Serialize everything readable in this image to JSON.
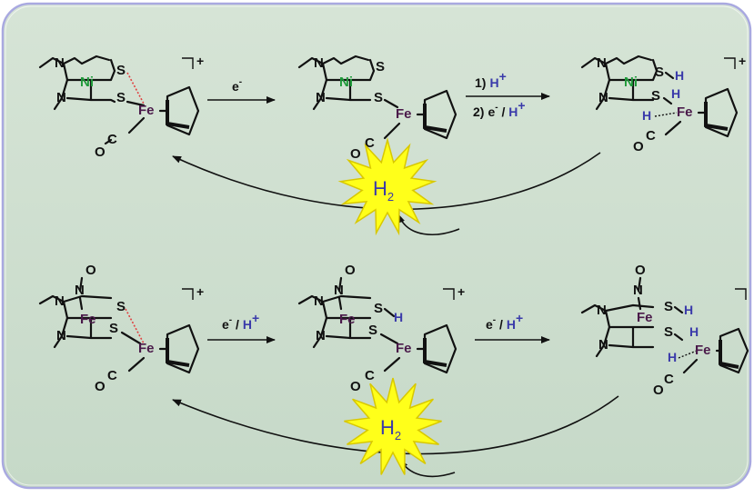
{
  "atoms": {
    "N": "N",
    "S": "S",
    "Ni": "Ni",
    "Fe": "Fe",
    "H": "H",
    "O": "O",
    "C": "C"
  },
  "charge": "+",
  "arrows": {
    "top_1": "e",
    "top_1_sup": "-",
    "top_2_step1_num": "1)",
    "top_2_step1_h": "H",
    "top_2_step1_sup": "+",
    "top_2_step2_num": "2)",
    "top_2_step2_e": "e",
    "top_2_step2_esup": "-",
    "top_2_step2_slash": " / ",
    "top_2_step2_h": "H",
    "top_2_step2_hsup": "+",
    "bottom_e": "e",
    "bottom_esup": "-",
    "bottom_slash": " / ",
    "bottom_h": "H",
    "bottom_hsup": "+"
  },
  "product": {
    "label": "H",
    "sub": "2"
  },
  "colors": {
    "panel_bg": "#cfdfd0",
    "panel_border": "#a9a9e0",
    "nickel": "#1f9a3a",
    "iron": "#4a1a4a",
    "hydride": "#3a3aaa",
    "burst_fill": "#ffff1a",
    "burst_stroke": "#d8c800",
    "dashed_bond": "#e04040"
  }
}
